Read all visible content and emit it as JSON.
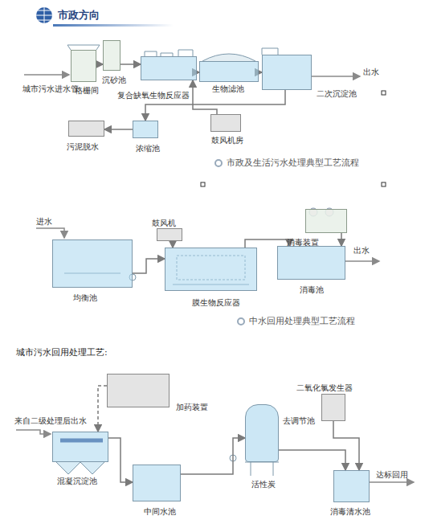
{
  "diagram": {
    "title": "市政方向",
    "nodes": [
      {
        "text": [
          "格栅间"
        ]
      },
      {
        "text": [
          "沉砂池"
        ]
      },
      {
        "text": [
          "复合缺氧生物反应器"
        ]
      },
      {
        "text": [
          "生物滤池"
        ]
      },
      {
        "text": [
          "二次沉淀池"
        ]
      },
      {
        "text": [
          "鼓风机房"
        ]
      },
      {
        "text": [
          "污泥脱水"
        ]
      },
      {
        "text": [
          "浓缩池"
        ]
      },
      {
        "text": [
          "均衡池"
        ]
      },
      {
        "text": [
          "膜生物反应器"
        ]
      },
      {
        "text": [
          "鼓风机"
        ]
      },
      {
        "text": [
          "消毒池"
        ]
      },
      {
        "text": [
          "消毒装置"
        ]
      },
      {
        "text": [
          "加药装置"
        ]
      },
      {
        "text": [
          "混凝沉淀池"
        ]
      },
      {
        "text": [
          "中间水池"
        ]
      },
      {
        "text": [
          "活性炭"
        ]
      },
      {
        "text": [
          "二氧化氯发生器"
        ]
      },
      {
        "text": [
          "消毒清水池"
        ]
      }
    ],
    "edges": [
      {
        "from": 0,
        "to": 1,
        "arrow": "to"
      },
      {
        "from": 1,
        "to": 2,
        "arrow": "to"
      },
      {
        "from": 2,
        "to": 3,
        "arrow": "to"
      },
      {
        "from": 3,
        "to": 4,
        "arrow": "to"
      },
      {
        "from": 5,
        "to": 2,
        "arrow": "to"
      },
      {
        "from": 4,
        "to": 7,
        "arrow": "to"
      },
      {
        "from": 7,
        "to": 6,
        "arrow": "to"
      },
      {
        "from": 8,
        "to": 9,
        "arrow": "to"
      },
      {
        "from": 9,
        "to": 11,
        "arrow": "to"
      },
      {
        "from": 10,
        "to": 9,
        "arrow": "to"
      },
      {
        "from": 12,
        "to": 11,
        "arrow": "to"
      },
      {
        "from": 13,
        "to": 14,
        "arrow": "to"
      },
      {
        "from": 14,
        "to": 15,
        "arrow": "to"
      },
      {
        "from": 15,
        "to": 16,
        "arrow": "to"
      },
      {
        "from": 16,
        "to": 18,
        "arrow": "to"
      },
      {
        "from": 17,
        "to": 18,
        "arrow": "to"
      }
    ],
    "labels": [
      "城市污水进水管",
      "出水",
      "市政及生活污水处理典型工艺流程",
      "进水",
      "出水",
      "中水回用处理典型工艺流程",
      "城市污水回用处理工艺:",
      "来自二级处理后出水",
      "去调节池",
      "达标回用"
    ]
  }
}
